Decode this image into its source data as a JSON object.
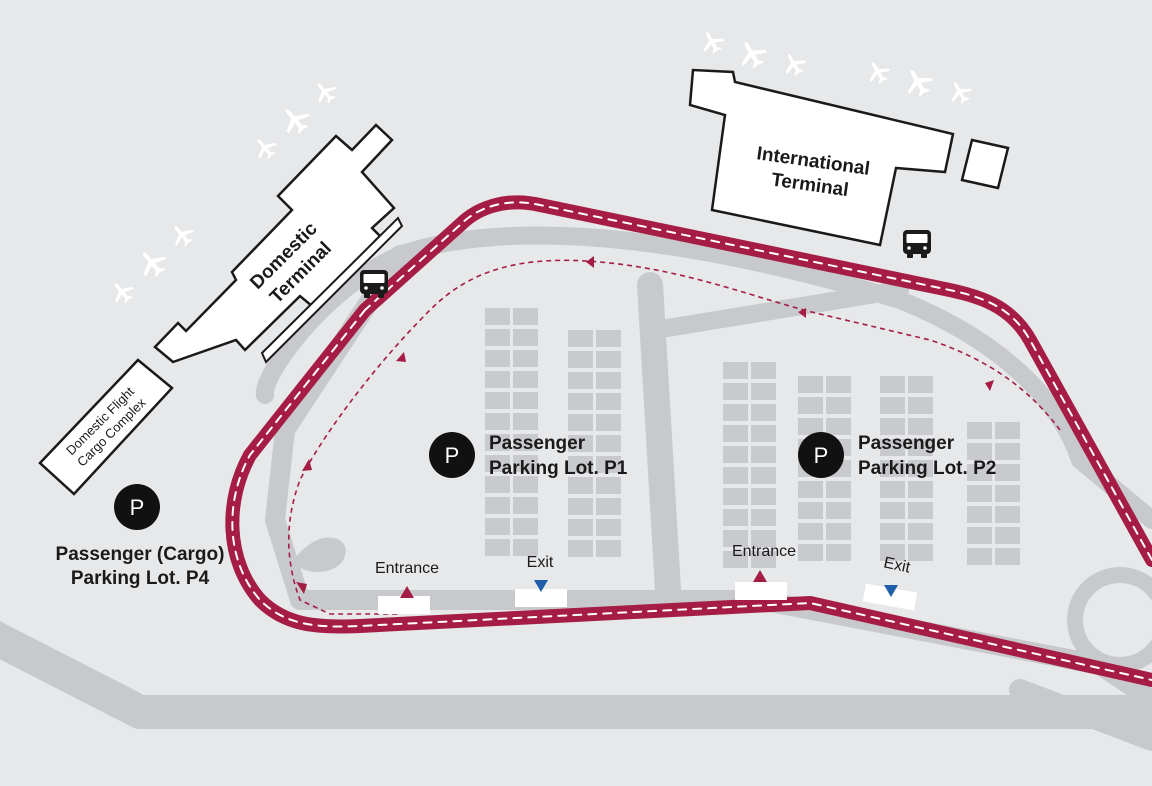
{
  "map": {
    "colors": {
      "background": "#e7e8ea",
      "road": "#c8c9cc",
      "parking_space": "#c9cacd",
      "route": "#a51d45",
      "entry_arrow": "#a51d45",
      "exit_arrow": "#1f5ea8",
      "building_fill": "#ffffff",
      "building_stroke": "#1a1a1a"
    },
    "terminals": {
      "domestic": {
        "line1": "Domestic",
        "line2": "Terminal"
      },
      "international": {
        "line1": "International",
        "line2": "Terminal"
      },
      "cargo": {
        "line1": "Domestic Flight",
        "line2": "Cargo Complex"
      }
    },
    "lots": {
      "p1": {
        "symbol": "P",
        "line1": "Passenger",
        "line2": "Parking Lot. P1"
      },
      "p2": {
        "symbol": "P",
        "line1": "Passenger",
        "line2": "Parking Lot. P2"
      },
      "p4": {
        "symbol": "P",
        "line1": "Passenger (Cargo)",
        "line2": "Parking Lot. P4"
      }
    },
    "gates": {
      "p1_entrance": "Entrance",
      "p1_exit": "Exit",
      "p2_entrance": "Entrance",
      "p2_exit": "Exit"
    },
    "icons": [
      "airplane-icon",
      "bus-icon",
      "parking-icon",
      "direction-arrow-icon"
    ]
  }
}
